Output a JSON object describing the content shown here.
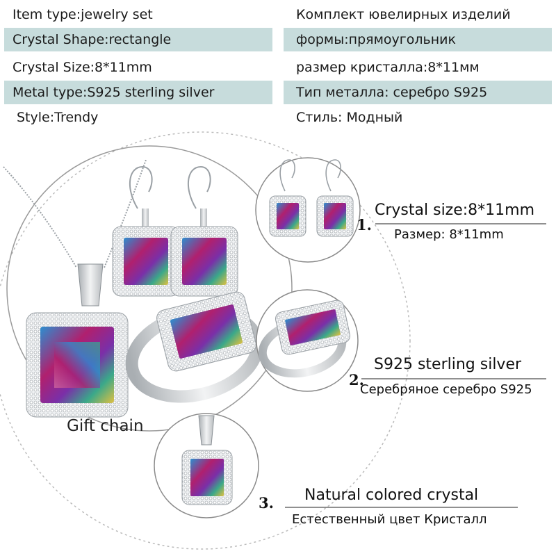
{
  "specs": {
    "left": [
      "Item type:jewelry set",
      "Crystal Shape:rectangle",
      "Crystal Size:8*11mm",
      "Metal type:S925 sterling silver",
      "Style:Trendy"
    ],
    "right": [
      "Комплект ювелирных изделий",
      "формы:прямоугольник",
      "размер кристалла:8*11мм",
      "Тип металла: серебро S925",
      "Стиль: Модный"
    ]
  },
  "gift_label": "Gift chain",
  "features": [
    {
      "number": "1.",
      "en": "Crystal size:8*11mm",
      "ru": "Размер: 8*11mm"
    },
    {
      "number": "2.",
      "en": "S925 sterling silver",
      "ru": "Серебряное серебро S925"
    },
    {
      "number": "3.",
      "en": "Natural colored crystal",
      "ru": "Естественный цвет Кристалл"
    }
  ],
  "colors": {
    "row_shade": "#c7dcdc",
    "crystal_magenta": "#b0206e",
    "crystal_blue": "#2c8fd0",
    "crystal_green": "#3aa88a",
    "silver": "#cfd3d6"
  },
  "icons": [
    "earring-icon",
    "ring-icon",
    "pendant-icon",
    "necklace-icon"
  ]
}
